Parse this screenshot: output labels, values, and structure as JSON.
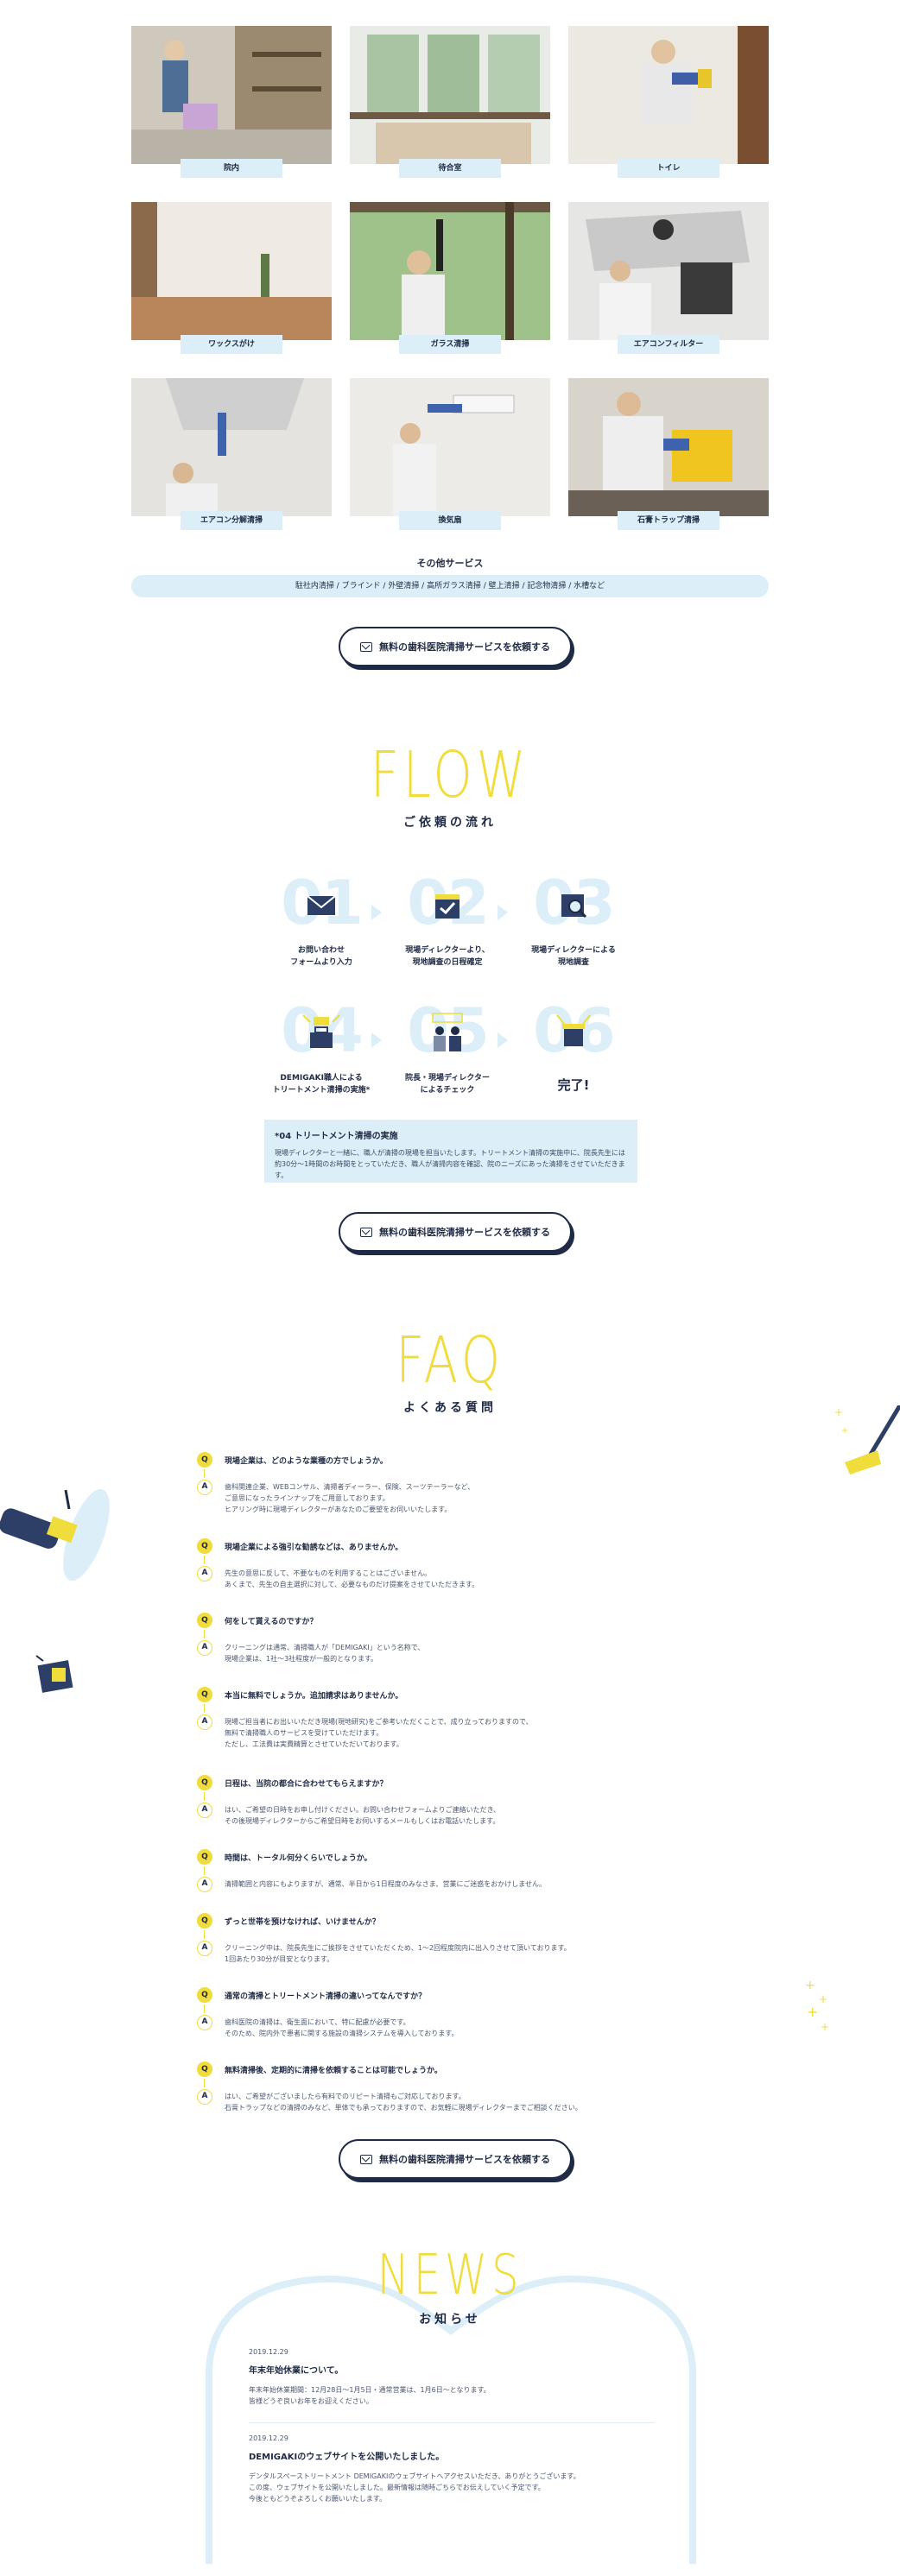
{
  "services": {
    "items": [
      {
        "label": "院内"
      },
      {
        "label": "待合室"
      },
      {
        "label": "トイレ"
      },
      {
        "label": "ワックスがけ"
      },
      {
        "label": "ガラス清掃"
      },
      {
        "label": "エアコンフィルター"
      },
      {
        "label": "エアコン分解清掃"
      },
      {
        "label": "換気扇"
      },
      {
        "label": "石膏トラップ清掃"
      }
    ],
    "other_title": "その他サービス",
    "other_list": "駐社内清掃 / ブラインド / 外壁清掃 / 高所ガラス清掃 / 壁上清掃 / 記念物清掃 / 水槽など"
  },
  "cta": {
    "label": "無料の歯科医院清掃サービスを依頼する"
  },
  "flow": {
    "title_en": "FLOW",
    "title_jp": "ご依頼の流れ",
    "steps": [
      {
        "num": "01",
        "label": "お問い合わせ\nフォームより入力",
        "icon": "mail-icon"
      },
      {
        "num": "02",
        "label": "現場ディレクターより、\n現地調査の日程確定",
        "icon": "calendar-check-icon"
      },
      {
        "num": "03",
        "label": "現場ディレクターによる\n現地調査",
        "icon": "search-icon"
      },
      {
        "num": "04",
        "label": "DEMIGAKI職人による\nトリートメント清掃の実施*",
        "icon": "work-box-icon"
      },
      {
        "num": "05",
        "label": "院長・現場ディレクター\nによるチェック",
        "icon": "check-people-icon"
      },
      {
        "num": "06",
        "label": "完了!",
        "icon": "complete-icon"
      }
    ],
    "note_title": "*04 トリートメント清掃の実施",
    "note_text": "現場ディレクターと一緒に、職人が清掃の現場を担当いたします。トリートメント清掃の実施中に、院長先生には約30分〜1時間のお時間をとっていただき、職人が清掃内容を確認、院のニーズにあった清掃をさせていただきます。"
  },
  "faq": {
    "title_en": "FAQ",
    "title_jp": "よくある質問",
    "items": [
      {
        "q": "現場企業は、どのような業種の方でしょうか。",
        "a": "歯科関連企業、WEBコンサル、清掃者ディーラー、保険、スーツテーラーなど、\nご意思になったラインナップをご用意しております。\nヒアリング時に現場ディレクターがあなたのご要望をお伺いいたします。"
      },
      {
        "q": "現場企業による強引な勧誘などは、ありませんか。",
        "a": "先生の意思に反して、不要なものを利用することはございません。\nあくまで、先生の自主選択に対して、必要なものだけ提案をさせていただきます。"
      },
      {
        "q": "何をして貰えるのですか？",
        "a": "クリーニングは通常、清掃職人が「DEMIGAKI」という名称で、\n現場企業は、1社〜3社程度が一般的となります。"
      },
      {
        "q": "本当に無料でしょうか。追加請求はありませんか。",
        "a": "現場ご担当者にお出いいただき現場(現地研究)をご参考いただくことで、成り立っておりますので、\n無料で清掃職人のサービスを受けていただけます。\nただし、工法費は実費精算とさせていただいております。"
      },
      {
        "q": "日程は、当院の都合に合わせてもらえますか？",
        "a": "はい、ご希望の日時をお申し付けください。お問い合わせフォームよりご連絡いただき、\nその後現場ディレクターからご希望日時をお伺いするメールもしくはお電話いたします。"
      },
      {
        "q": "時間は、トータル何分くらいでしょうか。",
        "a": "清掃範囲と内容にもよりますが、通常、半日から1日程度のみなさま、営業にご迷惑をおかけしません。"
      },
      {
        "q": "ずっと世帯を預けなければ、いけませんか？",
        "a": "クリーニング中は、院長先生にご挨拶をさせていただくため、1〜2回程度院内に出入りさせて頂いております。\n1回あたり30分が目安となります。"
      },
      {
        "q": "通常の清掃とトリートメント清掃の違いってなんですか？",
        "a": "歯科医院の清掃は、衛生面において、特に配慮が必要です。\nそのため、院内外で患者に関する施設の清掃システムを導入しております。"
      },
      {
        "q": "無料清掃後、定期的に清掃を依頼することは可能でしょうか。",
        "a": "はい、ご希望がございましたら有料でのリピート清掃もご対応しております。\n石膏トラップなどの清掃のみなど、単体でも承っておりますので、お気軽に現場ディレクターまでご相談ください。"
      }
    ]
  },
  "news": {
    "title_en": "NEWS",
    "title_jp": "お知らせ",
    "items": [
      {
        "date": "2019.12.29",
        "title": "年末年始休業について。",
        "text": "年末年始休業期間：12月28日〜1月5日・通常営業は、1月6日〜となります。\n皆様どうぞ良いお年をお迎えください。"
      },
      {
        "date": "2019.12.29",
        "title": "DEMIGAKIのウェブサイトを公開いたしました。",
        "text": "デンタルスペーストリートメント DEMIGAKIのウェブサイトへアクセスいただき、ありがとうございます。\nこの度、ウェブサイトを公開いたしました。最新情報は随時ごちらでお伝えしていく予定です。\n今後ともどうぞよろしくお願いいたします。"
      }
    ]
  },
  "colors": {
    "accent": "#f0dc3a",
    "navy": "#1f2a44",
    "light_blue": "#dceef8"
  }
}
